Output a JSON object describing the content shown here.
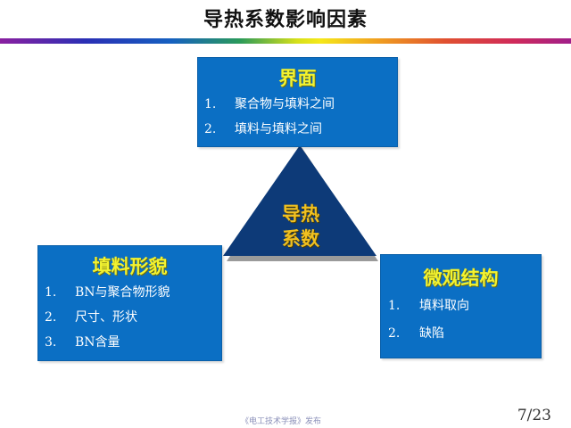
{
  "slide": {
    "title": "导热系数影响因素",
    "page_number": "7/23",
    "credit": "《电工技术学报》发布"
  },
  "center": {
    "line1": "导热",
    "line2": "系数"
  },
  "boxes": {
    "top": {
      "title": "界面",
      "items": [
        {
          "num": "1.",
          "text": "聚合物与填料之间"
        },
        {
          "num": "2.",
          "text": "填料与填料之间"
        }
      ]
    },
    "left": {
      "title": "填料形貌",
      "items": [
        {
          "num": "1.",
          "text": "BN与聚合物形貌"
        },
        {
          "num": "2.",
          "text": "尺寸、形状"
        },
        {
          "num": "3.",
          "text": "BN含量"
        }
      ]
    },
    "right": {
      "title": "微观结构",
      "items": [
        {
          "num": "1.",
          "text": "填料取向"
        },
        {
          "num": "2.",
          "text": "缺陷"
        }
      ]
    }
  },
  "colors": {
    "box_fill": "#0b6fc4",
    "box_title": "#f2f230",
    "triangle_fill": "#0d3a78",
    "triangle_text": "#f0c020"
  }
}
